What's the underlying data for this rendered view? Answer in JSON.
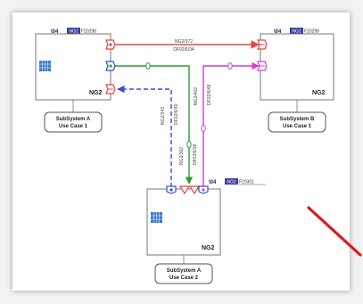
{
  "diagram": {
    "colors": {
      "red": "#e04848",
      "green": "#2e9a2e",
      "blue": "#3a4ad8",
      "magenta": "#d040d0",
      "tag_blue": "#3a3aa0",
      "node_box": "#9aa0c8",
      "annotation_arrow": "#e01818"
    },
    "nodes": [
      {
        "id": "node-top-left",
        "tag": {
          "prefix": "\\04",
          "badge": "NG2",
          "code": "F20298"
        },
        "label": "NG2",
        "caption": [
          "SubSystem A",
          "Use Case 1"
        ]
      },
      {
        "id": "node-top-right",
        "tag": {
          "prefix": "\\04",
          "badge": "NG2",
          "code": "F20299"
        },
        "label": "NG2",
        "caption": [
          "SubSystem B",
          "Use Case 1"
        ]
      },
      {
        "id": "node-bottom",
        "tag": {
          "prefix": "\\04",
          "badge": "NG2",
          "code": "F20301"
        },
        "label": "NG2",
        "caption": [
          "SubSystem A",
          "Use Case 2"
        ]
      }
    ],
    "connections": [
      {
        "id": "link-red",
        "color": "red",
        "style": "solid",
        "labels": [
          "NG2/372",
          "DF02/6/34"
        ]
      },
      {
        "id": "link-green",
        "color": "green",
        "style": "solid",
        "labels": [
          "NG2/362",
          "DF02/6/38"
        ]
      },
      {
        "id": "link-blue",
        "color": "blue",
        "style": "dashed",
        "labels": [
          "NG2/343",
          "DF02/6/40"
        ]
      },
      {
        "id": "link-magenta",
        "color": "magenta",
        "style": "solid",
        "labels": [
          "NG2/402",
          "DF02/6/48"
        ]
      }
    ]
  }
}
